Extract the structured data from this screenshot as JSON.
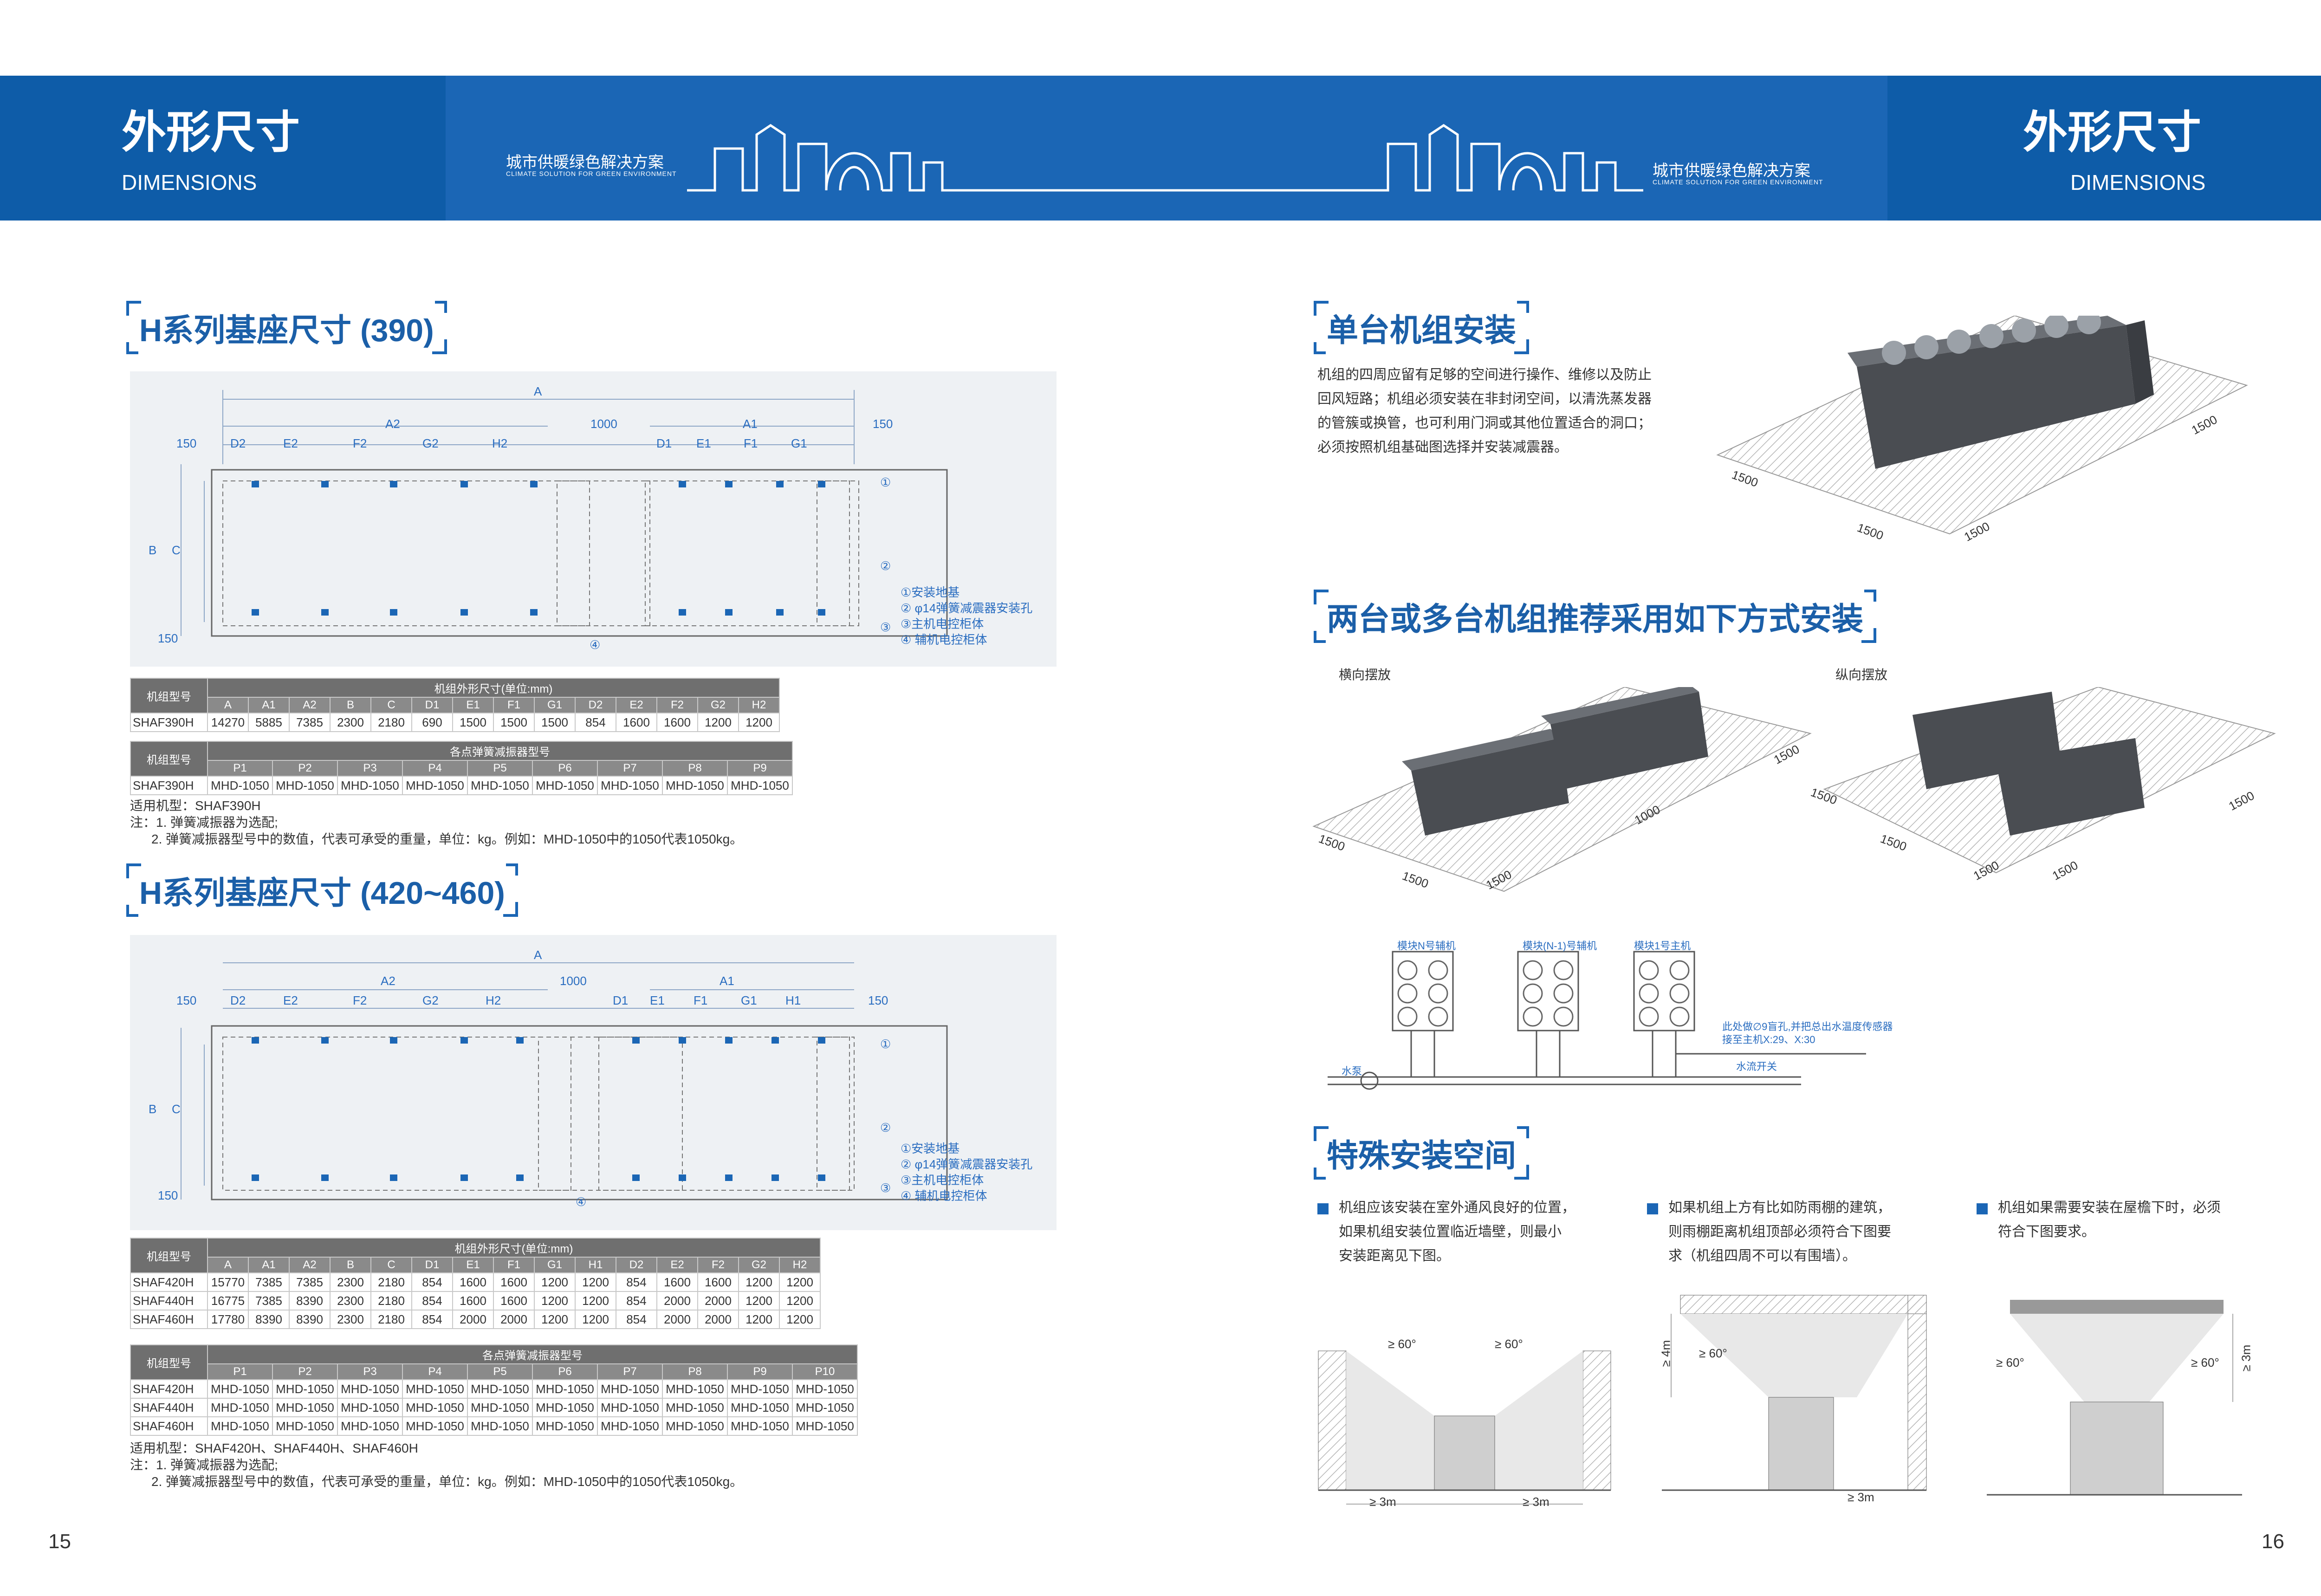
{
  "header": {
    "left_title": "外形尺寸",
    "left_sub": "DIMENSIONS",
    "right_title": "外形尺寸",
    "right_sub": "DIMENSIONS",
    "slogan_cn": "城市供暖绿色解决方案",
    "slogan_en": "CLIMATE SOLUTION FOR GREEN ENVIRONMENT"
  },
  "left": {
    "section1_title": "H系列基座尺寸 (390)",
    "section2_title": "H系列基座尺寸 (420~460)",
    "drawing": {
      "A": "A",
      "A1": "A1",
      "A2": "A2",
      "gap": "1000",
      "edge": "150",
      "B": "B",
      "C": "C",
      "dims": [
        "D2",
        "E2",
        "F2",
        "G2",
        "H2"
      ],
      "dims_a1_390": [
        "D1",
        "E1",
        "F1",
        "G1"
      ],
      "dims_a1_460": [
        "D1",
        "E1",
        "F1",
        "G1",
        "H1"
      ],
      "legend": [
        "①安装地基",
        "② φ14弹簧减震器安装孔",
        "③主机电控柜体",
        "④ 辅机电控柜体"
      ],
      "markers": [
        "①",
        "②",
        "③",
        "④"
      ]
    },
    "table1": {
      "model_header": "机组型号",
      "size_header": "机组外形尺寸(单位:mm)",
      "columns": [
        "A",
        "A1",
        "A2",
        "B",
        "C",
        "D1",
        "E1",
        "F1",
        "G1",
        "D2",
        "E2",
        "F2",
        "G2",
        "H2"
      ],
      "rows": [
        [
          "SHAF390H",
          "14270",
          "5885",
          "7385",
          "2300",
          "2180",
          "690",
          "1500",
          "1500",
          "1500",
          "854",
          "1600",
          "1600",
          "1200",
          "1200"
        ]
      ]
    },
    "table2": {
      "model_header": "机组型号",
      "group_header": "各点弹簧减振器型号",
      "columns": [
        "P1",
        "P2",
        "P3",
        "P4",
        "P5",
        "P6",
        "P7",
        "P8",
        "P9"
      ],
      "rows": [
        [
          "SHAF390H",
          "MHD-1050",
          "MHD-1050",
          "MHD-1050",
          "MHD-1050",
          "MHD-1050",
          "MHD-1050",
          "MHD-1050",
          "MHD-1050",
          "MHD-1050"
        ]
      ]
    },
    "notes1": [
      "适用机型：SHAF390H",
      "注：1. 弹簧减振器为选配;",
      "2. 弹簧减振器型号中的数值，代表可承受的重量，单位：kg。例如：MHD-1050中的1050代表1050kg。"
    ],
    "table3": {
      "model_header": "机组型号",
      "size_header": "机组外形尺寸(单位:mm)",
      "columns": [
        "A",
        "A1",
        "A2",
        "B",
        "C",
        "D1",
        "E1",
        "F1",
        "G1",
        "H1",
        "D2",
        "E2",
        "F2",
        "G2",
        "H2"
      ],
      "rows": [
        [
          "SHAF420H",
          "15770",
          "7385",
          "7385",
          "2300",
          "2180",
          "854",
          "1600",
          "1600",
          "1200",
          "1200",
          "854",
          "1600",
          "1600",
          "1200",
          "1200"
        ],
        [
          "SHAF440H",
          "16775",
          "7385",
          "8390",
          "2300",
          "2180",
          "854",
          "1600",
          "1600",
          "1200",
          "1200",
          "854",
          "2000",
          "2000",
          "1200",
          "1200"
        ],
        [
          "SHAF460H",
          "17780",
          "8390",
          "8390",
          "2300",
          "2180",
          "854",
          "2000",
          "2000",
          "1200",
          "1200",
          "854",
          "2000",
          "2000",
          "1200",
          "1200"
        ]
      ]
    },
    "table4": {
      "model_header": "机组型号",
      "group_header": "各点弹簧减振器型号",
      "columns": [
        "P1",
        "P2",
        "P3",
        "P4",
        "P5",
        "P6",
        "P7",
        "P8",
        "P9",
        "P10"
      ],
      "rows": [
        [
          "SHAF420H",
          "MHD-1050",
          "MHD-1050",
          "MHD-1050",
          "MHD-1050",
          "MHD-1050",
          "MHD-1050",
          "MHD-1050",
          "MHD-1050",
          "MHD-1050",
          "MHD-1050"
        ],
        [
          "SHAF440H",
          "MHD-1050",
          "MHD-1050",
          "MHD-1050",
          "MHD-1050",
          "MHD-1050",
          "MHD-1050",
          "MHD-1050",
          "MHD-1050",
          "MHD-1050",
          "MHD-1050"
        ],
        [
          "SHAF460H",
          "MHD-1050",
          "MHD-1050",
          "MHD-1050",
          "MHD-1050",
          "MHD-1050",
          "MHD-1050",
          "MHD-1050",
          "MHD-1050",
          "MHD-1050",
          "MHD-1050"
        ]
      ]
    },
    "notes2": [
      "适用机型：SHAF420H、SHAF440H、SHAF460H",
      "注：1. 弹簧减振器为选配;",
      "2. 弹簧减振器型号中的数值，代表可承受的重量，单位：kg。例如：MHD-1050中的1050代表1050kg。"
    ],
    "page_number": "15"
  },
  "right": {
    "single_title": "单台机组安装",
    "single_text": [
      "机组的四周应留有足够的空间进行操作、维修以及防止",
      "回风短路；机组必须安装在非封闭空间，以清洗蒸发器",
      "的管簇或换管，也可利用门洞或其他位置适合的洞口；",
      "必须按照机组基础图选择并安装减震器。"
    ],
    "single_dims": [
      "1500",
      "1500",
      "1500",
      "1500"
    ],
    "multi_title": "两台或多台机组推荐采用如下方式安装",
    "horizontal_label": "横向摆放",
    "vertical_label": "纵向摆放",
    "h_dims": [
      "1500",
      "1500",
      "1500",
      "1000",
      "1500"
    ],
    "v_dims": [
      "1500",
      "1500",
      "1500",
      "1500",
      "1500"
    ],
    "module_labels": [
      "模块N号辅机",
      "模块(N-1)号辅机",
      "模块1号主机"
    ],
    "piping": {
      "pump": "水泵",
      "sensor": "此处做∅9盲孔,并把总出水温度传感器",
      "sensor2": "接至主机X:29、X:30",
      "flow": "水流开关"
    },
    "special_title": "特殊安装空间",
    "special_notes": [
      [
        "机组应该安装在室外通风良好的位置，",
        "如果机组安装位置临近墙壁，则最小",
        "安装距离见下图。"
      ],
      [
        "如果机组上方有比如防雨棚的建筑，",
        "则雨棚距离机组顶部必须符合下图要",
        "求（机组四周不可以有围墙）。"
      ],
      [
        "机组如果需要安装在屋檐下时，必须",
        "符合下图要求。"
      ]
    ],
    "special_dims": {
      "a": [
        "≥ 60°",
        "≥ 60°",
        "≥ 3m",
        "≥ 3m"
      ],
      "b": [
        "≥ 4m",
        "≥ 60°",
        "≥ 3m"
      ],
      "c": [
        "≥ 60°",
        "≥ 60°",
        "≥ 3m"
      ]
    },
    "page_number": "16"
  }
}
